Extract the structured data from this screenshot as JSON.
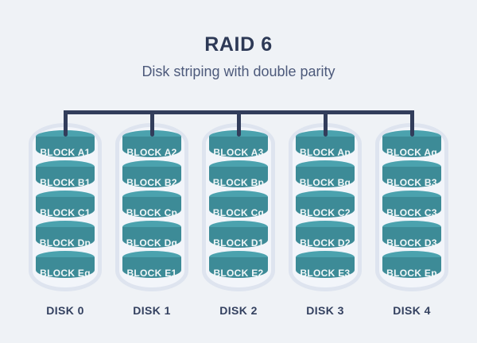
{
  "header": {
    "title": "RAID 6",
    "subtitle": "Disk striping with double parity"
  },
  "colors": {
    "background": "#eff2f6",
    "title_text": "#2d3956",
    "subtitle_text": "#4d5a7b",
    "connector": "#323d5b",
    "casing_outer": "#dee4ef",
    "casing_inner": "#f2f5fa",
    "cylinder_cap": "#4ba2ae",
    "cylinder_body": "#3d8b97",
    "block_text": "#f2f7f8",
    "disk_label_text": "#33405f"
  },
  "disks": [
    {
      "label": "DISK 0",
      "blocks": [
        "BLOCK A1",
        "BLOCK B1",
        "BLOCK C1",
        "BLOCK Dp",
        "BLOCK Eq"
      ]
    },
    {
      "label": "DISK 1",
      "blocks": [
        "BLOCK A2",
        "BLOCK B2",
        "BLOCK Cp",
        "BLOCK Dq",
        "BLOCK E1"
      ]
    },
    {
      "label": "DISK 2",
      "blocks": [
        "BLOCK A3",
        "BLOCK Bp",
        "BLOCK Cq",
        "BLOCK D1",
        "BLOCK E2"
      ]
    },
    {
      "label": "DISK 3",
      "blocks": [
        "BLOCK Ap",
        "BLOCK Bq",
        "BLOCK C2",
        "BLOCK D2",
        "BLOCK E3"
      ]
    },
    {
      "label": "DISK 4",
      "blocks": [
        "BLOCK Aq",
        "BLOCK B3",
        "BLOCK C3",
        "BLOCK D3",
        "BLOCK Ep"
      ]
    }
  ]
}
